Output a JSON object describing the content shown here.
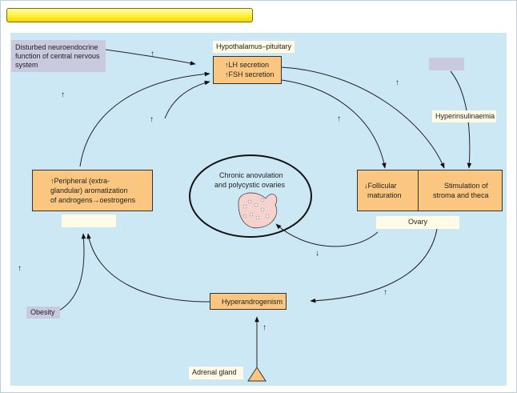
{
  "title_bar": {
    "color": "#fff13a"
  },
  "nodes": {
    "cns_line1": "Disturbed neuroendocrine",
    "cns_line2": "function of central nervous",
    "cns_line3": "system",
    "hp_label": "Hypothalamus–pituitary",
    "lh": "↑LH secretion",
    "fsh": "↑FSH secretion",
    "hyperinsulinaemia": "Hyperinsulinaemia",
    "peripheral_line1": "↑Peripheral (extra-",
    "peripheral_line2": "glandular) aromatization",
    "peripheral_line3": "of androgens→oestrogens",
    "center_line1": "Chronic anovulation",
    "center_line2": "and polycystic ovaries",
    "follicular_line1": "↓Follicular",
    "follicular_line2": "maturation",
    "stroma_line1": "Stimulation of",
    "stroma_line2": "stroma and theca",
    "ovary": "Ovary",
    "obesity": "Obesity",
    "hyperandrogenism": "Hyperandrogenism",
    "adrenal": "Adrenal gland"
  },
  "arrow_marks": {
    "up": "↑",
    "down": "↓"
  },
  "colors": {
    "panel": "#cde8f5",
    "orange_box": "#fbc680",
    "cream_box": "#fffbe6",
    "lavender_box": "#c9c9e0",
    "adrenal_triangle": "#fbc680"
  }
}
